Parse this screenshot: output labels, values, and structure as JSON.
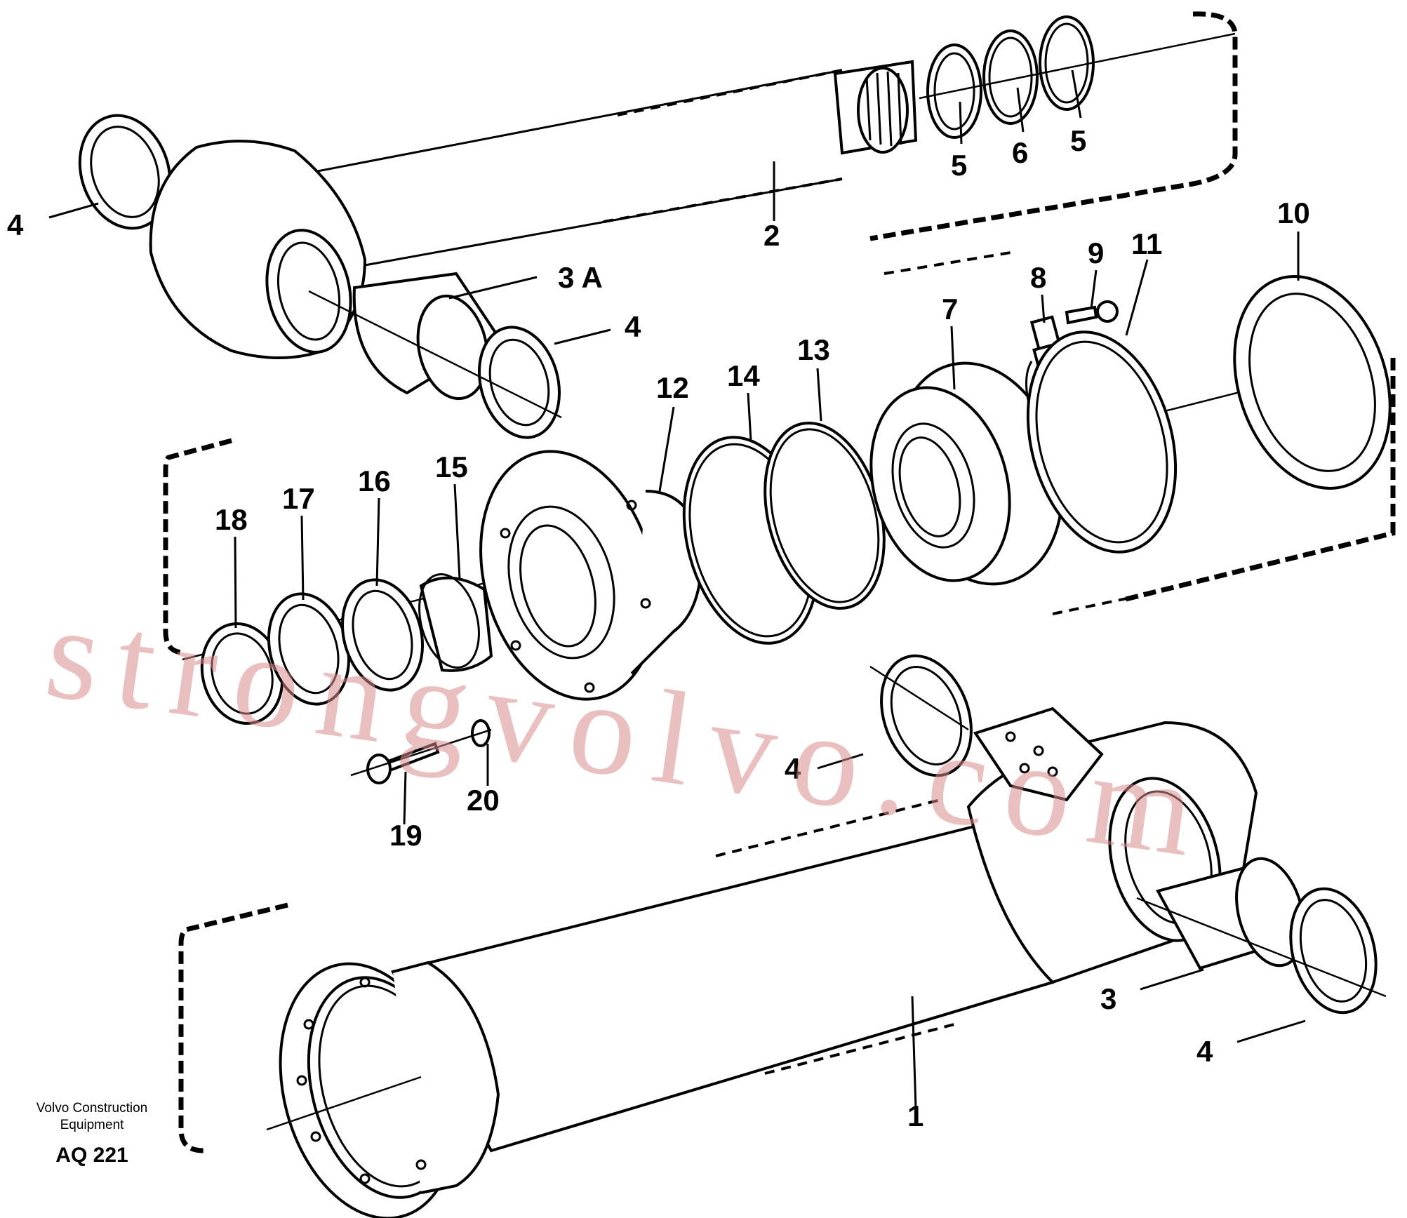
{
  "callouts": [
    {
      "id": "c4a",
      "label": "4"
    },
    {
      "id": "c2",
      "label": "2"
    },
    {
      "id": "c5a",
      "label": "5"
    },
    {
      "id": "c6",
      "label": "6"
    },
    {
      "id": "c5b",
      "label": "5"
    },
    {
      "id": "c3A",
      "label": "3 A"
    },
    {
      "id": "c4b",
      "label": "4"
    },
    {
      "id": "c10",
      "label": "10"
    },
    {
      "id": "c9",
      "label": "9"
    },
    {
      "id": "c11",
      "label": "11"
    },
    {
      "id": "c8",
      "label": "8"
    },
    {
      "id": "c7",
      "label": "7"
    },
    {
      "id": "c13",
      "label": "13"
    },
    {
      "id": "c14",
      "label": "14"
    },
    {
      "id": "c12",
      "label": "12"
    },
    {
      "id": "c15",
      "label": "15"
    },
    {
      "id": "c16",
      "label": "16"
    },
    {
      "id": "c17",
      "label": "17"
    },
    {
      "id": "c18",
      "label": "18"
    },
    {
      "id": "c19",
      "label": "19"
    },
    {
      "id": "c20",
      "label": "20"
    },
    {
      "id": "c4c",
      "label": "4"
    },
    {
      "id": "c3",
      "label": "3"
    },
    {
      "id": "c4d",
      "label": "4"
    },
    {
      "id": "c1",
      "label": "1"
    }
  ],
  "caption": {
    "maker_line1": "Volvo Construction",
    "maker_line2": "Equipment",
    "drawing_code": "AQ 221"
  },
  "watermark": "strongvolvo.com"
}
